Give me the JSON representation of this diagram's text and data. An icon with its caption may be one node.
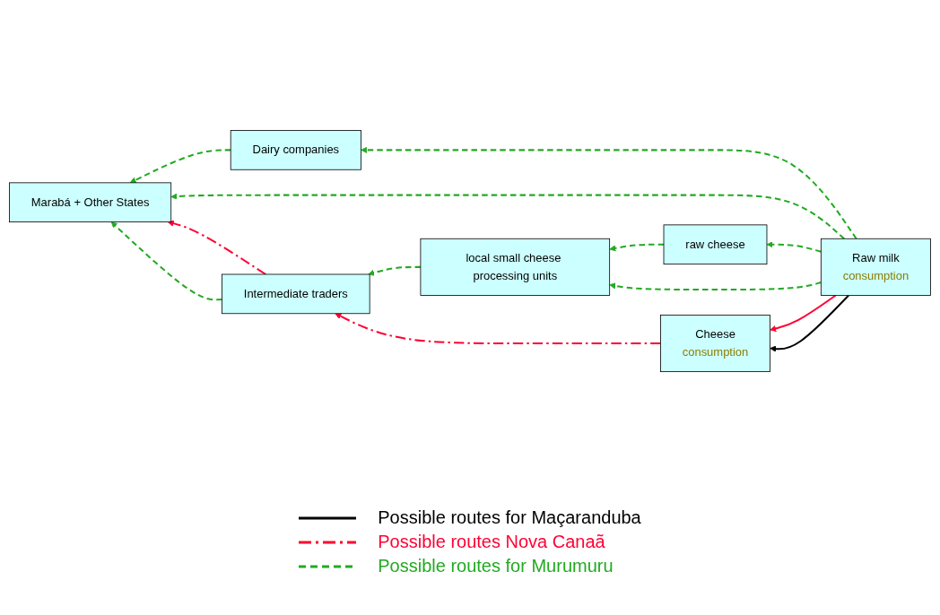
{
  "diagram": {
    "nodes": [
      {
        "text": [
          "local small cheese processing units"
        ]
      },
      {
        "text": [
          "raw cheese"
        ]
      },
      {
        "text": [
          "Dairy companies"
        ]
      },
      {
        "text": [
          "Raw milk",
          "consumption"
        ]
      },
      {
        "text": [
          "Marabá + Other States"
        ]
      },
      {
        "text": [
          "Intermediate traders"
        ]
      },
      {
        "text": [
          "Cheese",
          "consumption"
        ]
      }
    ],
    "edges": [
      {
        "from": 1,
        "to": 0,
        "arrow": "to",
        "style": "dashed"
      },
      {
        "from": 3,
        "to": 0,
        "arrow": "to",
        "style": "dashed"
      },
      {
        "from": 3,
        "to": 1,
        "arrow": "to",
        "style": "dashed"
      },
      {
        "from": 3,
        "to": 2,
        "arrow": "to",
        "style": "dashed"
      },
      {
        "from": 0,
        "to": 5,
        "arrow": "to",
        "style": "dashed"
      },
      {
        "from": 2,
        "to": 4,
        "arrow": "to",
        "style": "dashed"
      },
      {
        "from": 3,
        "to": 4,
        "arrow": "to",
        "style": "dashed"
      },
      {
        "from": 3,
        "to": 6,
        "arrow": "to",
        "color": "#ff0033"
      },
      {
        "from": 3,
        "to": 6,
        "arrow": "to",
        "color": "#000000"
      },
      {
        "from": 6,
        "to": 5,
        "arrow": "to",
        "style": "dashed",
        "color": "#ff0033"
      },
      {
        "from": 5,
        "to": 4,
        "arrow": "to",
        "style": "dashed",
        "color": "#ff0033"
      },
      {
        "from": 5,
        "to": 4,
        "arrow": "to",
        "style": "dashed"
      }
    ],
    "legend": [
      {
        "text": "Possible routes for Maçaranduba"
      },
      {
        "text": "Possible routes Nova Canaã"
      },
      {
        "text": "Possible routes for Murumuru"
      }
    ]
  }
}
